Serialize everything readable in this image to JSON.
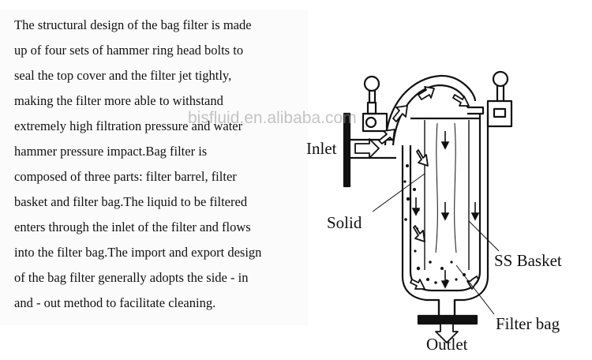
{
  "description": {
    "lines": [
      "The structural design of the bag filter is made",
      "up of four sets of hammer ring head bolts to",
      "seal the top cover and the filter jet tightly,",
      "making the filter more able to withstand",
      "extremely high filtration pressure and water",
      "hammer pressure impact.Bag filter is",
      "composed of three parts: filter barrel, filter",
      "basket and filter bag.The liquid to be filtered",
      "enters through the inlet of the filter and flows",
      "into the filter bag.The import and export design",
      "of the bag filter generally adopts the side - in",
      "and - out method to facilitate cleaning."
    ]
  },
  "diagram": {
    "labels": {
      "inlet": "Inlet",
      "solid": "Solid",
      "ss_basket": "SS Basket",
      "filter_bag": "Filter bag",
      "outlet": "Outlet"
    },
    "watermark": "bisfluid.en.alibaba.com"
  }
}
